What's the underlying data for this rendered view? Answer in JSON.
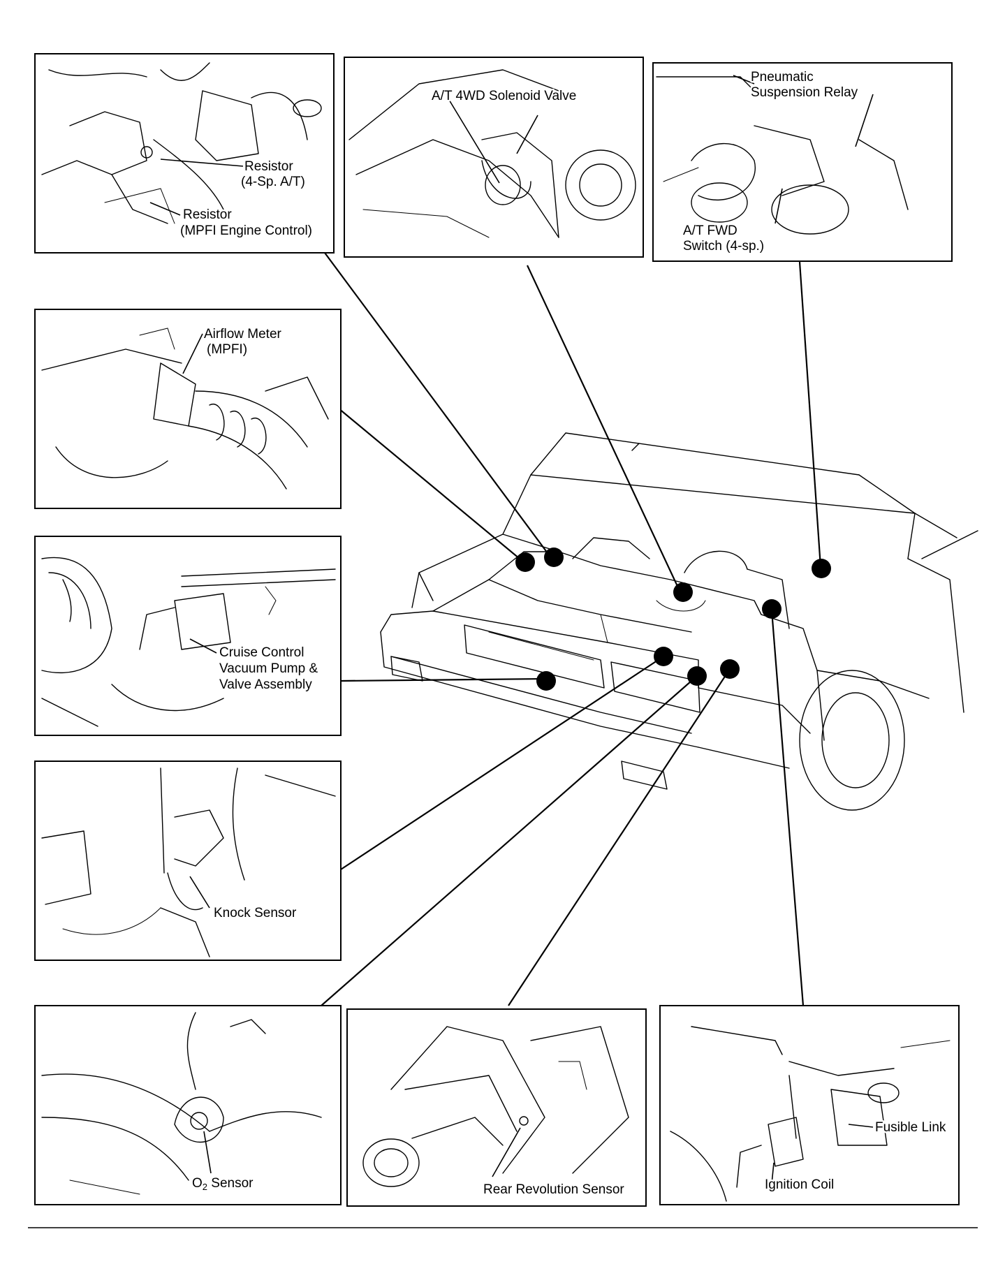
{
  "panels": {
    "resistor": {
      "labels": [
        "Resistor",
        "(4-Sp. A/T)",
        "Resistor",
        "(MPFI Engine Control)"
      ]
    },
    "solenoid": {
      "labels": [
        "A/T 4WD Solenoid Valve"
      ]
    },
    "suspension": {
      "labels": [
        "Pneumatic",
        "Suspension Relay",
        "A/T FWD",
        "Switch (4-sp.)"
      ]
    },
    "airflow": {
      "labels": [
        "Airflow Meter",
        "(MPFI)"
      ]
    },
    "cruise": {
      "labels": [
        "Cruise Control",
        "Vacuum Pump &",
        "Valve Assembly"
      ]
    },
    "knock": {
      "labels": [
        "Knock Sensor"
      ]
    },
    "o2": {
      "labels": [
        "O",
        "2",
        " Sensor"
      ]
    },
    "rear_rev": {
      "labels": [
        "Rear Revolution Sensor"
      ]
    },
    "ignition": {
      "labels": [
        "Fusible Link",
        "Ignition Coil"
      ]
    }
  }
}
